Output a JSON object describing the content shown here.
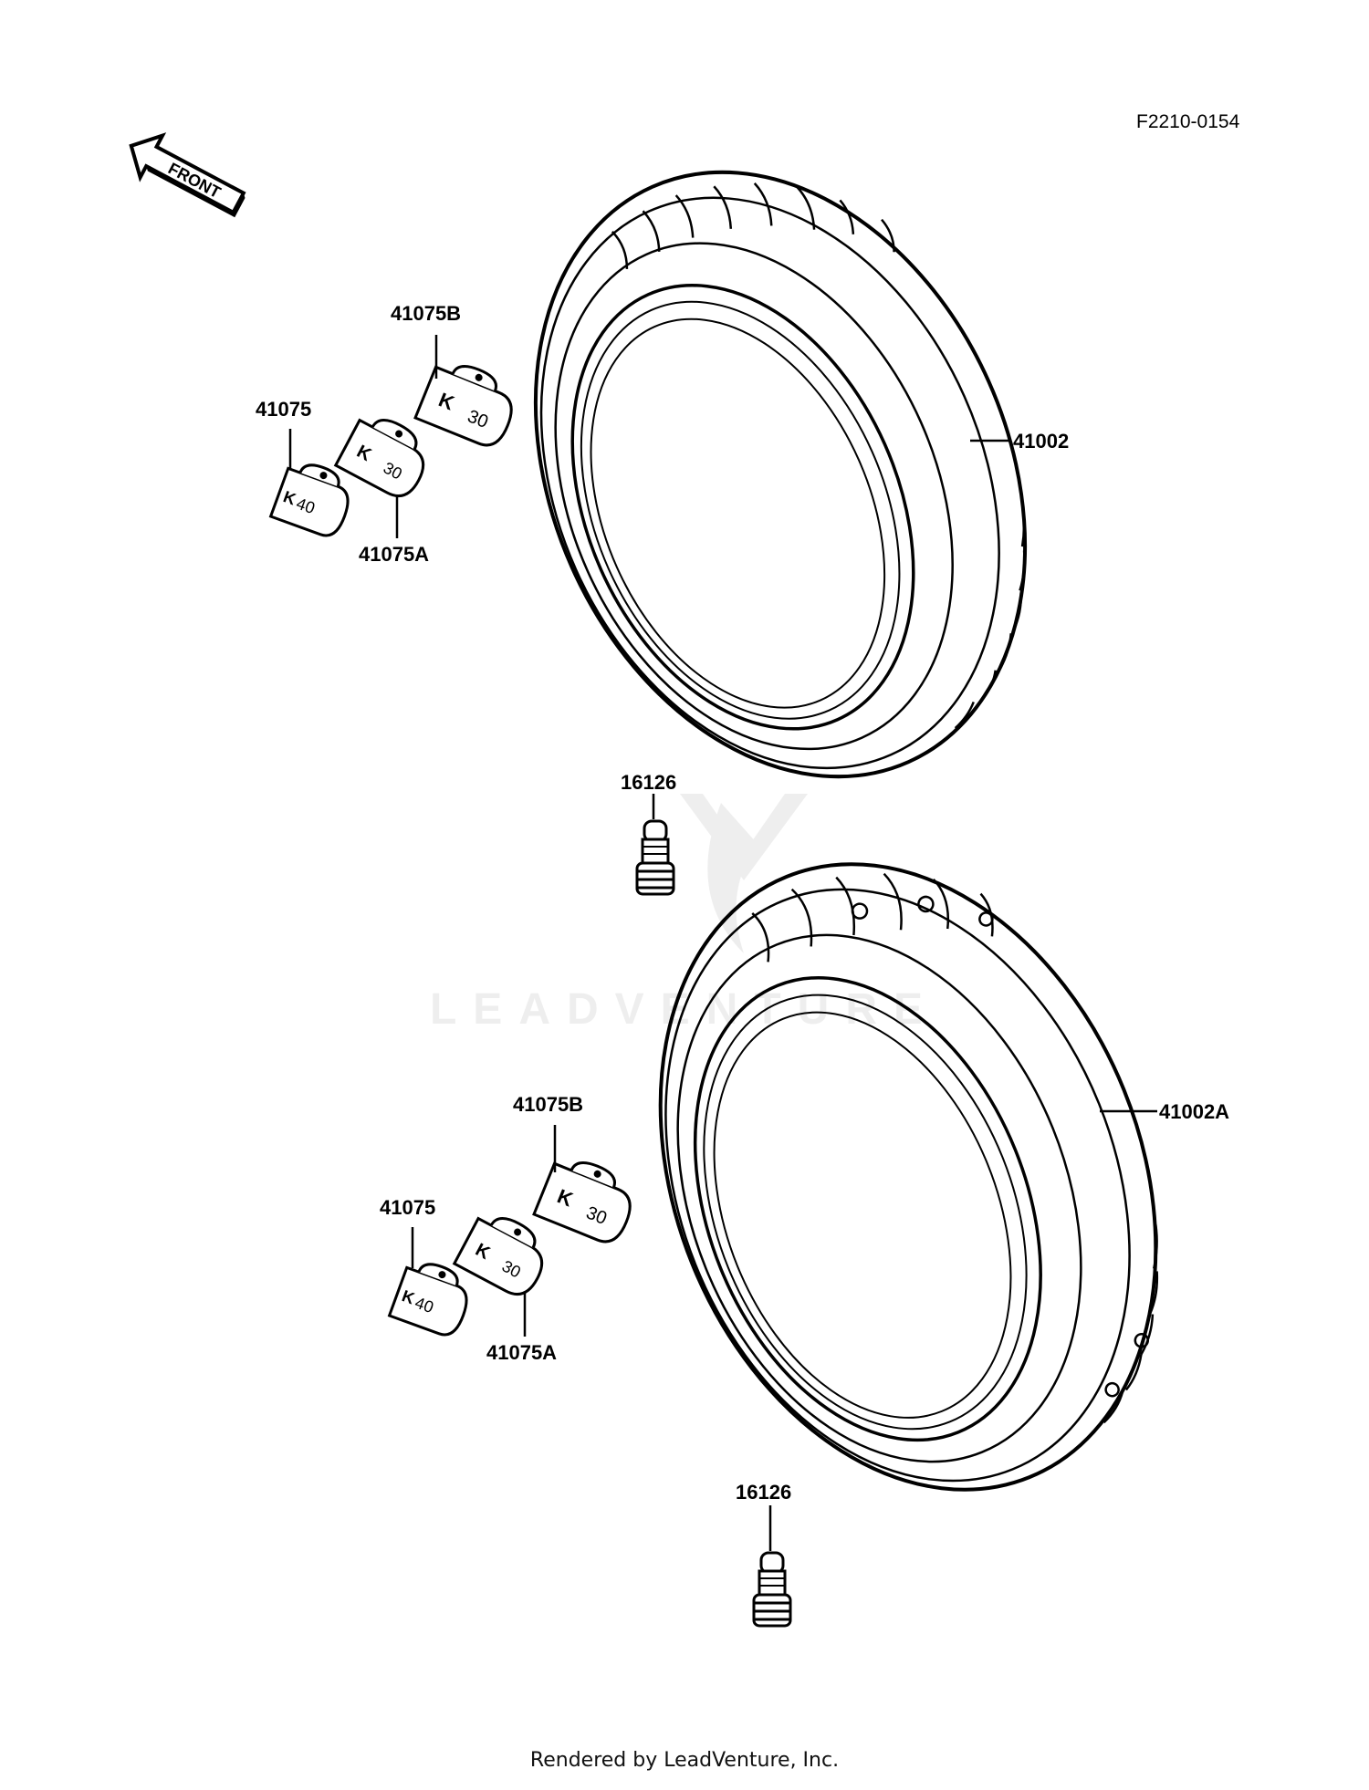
{
  "diagram_code": "F2210-0154",
  "front_arrow": {
    "text": "FRONT"
  },
  "watermark": {
    "text": "LEADVENTURE",
    "logo": "leadventure-logo-watermark"
  },
  "footer_text": "Rendered by LeadVenture, Inc.",
  "weight_marks": {
    "k": "K",
    "a": "40",
    "b": "30",
    "c": "30"
  },
  "upper_group": {
    "tire_label": "41002",
    "weight_b_label": "41075B",
    "weight_label": "41075",
    "weight_a_label": "41075A",
    "valve_label": "16126"
  },
  "lower_group": {
    "tire_label": "41002A",
    "weight_b_label": "41075B",
    "weight_label": "41075",
    "weight_a_label": "41075A",
    "valve_label": "16126"
  }
}
